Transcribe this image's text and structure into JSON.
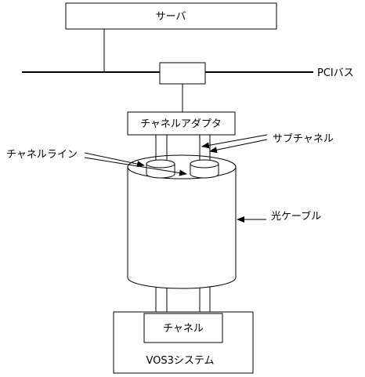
{
  "labels": {
    "server": "サーバ",
    "pci_bus": "PCIバス",
    "channel_adapter": "チャネルアダプタ",
    "sub_channel": "サブチャネル",
    "channel_line": "チャネルライン",
    "optical_cable": "光ケーブル",
    "channel": "チャネル",
    "vos3_system": "VOS3システム"
  }
}
